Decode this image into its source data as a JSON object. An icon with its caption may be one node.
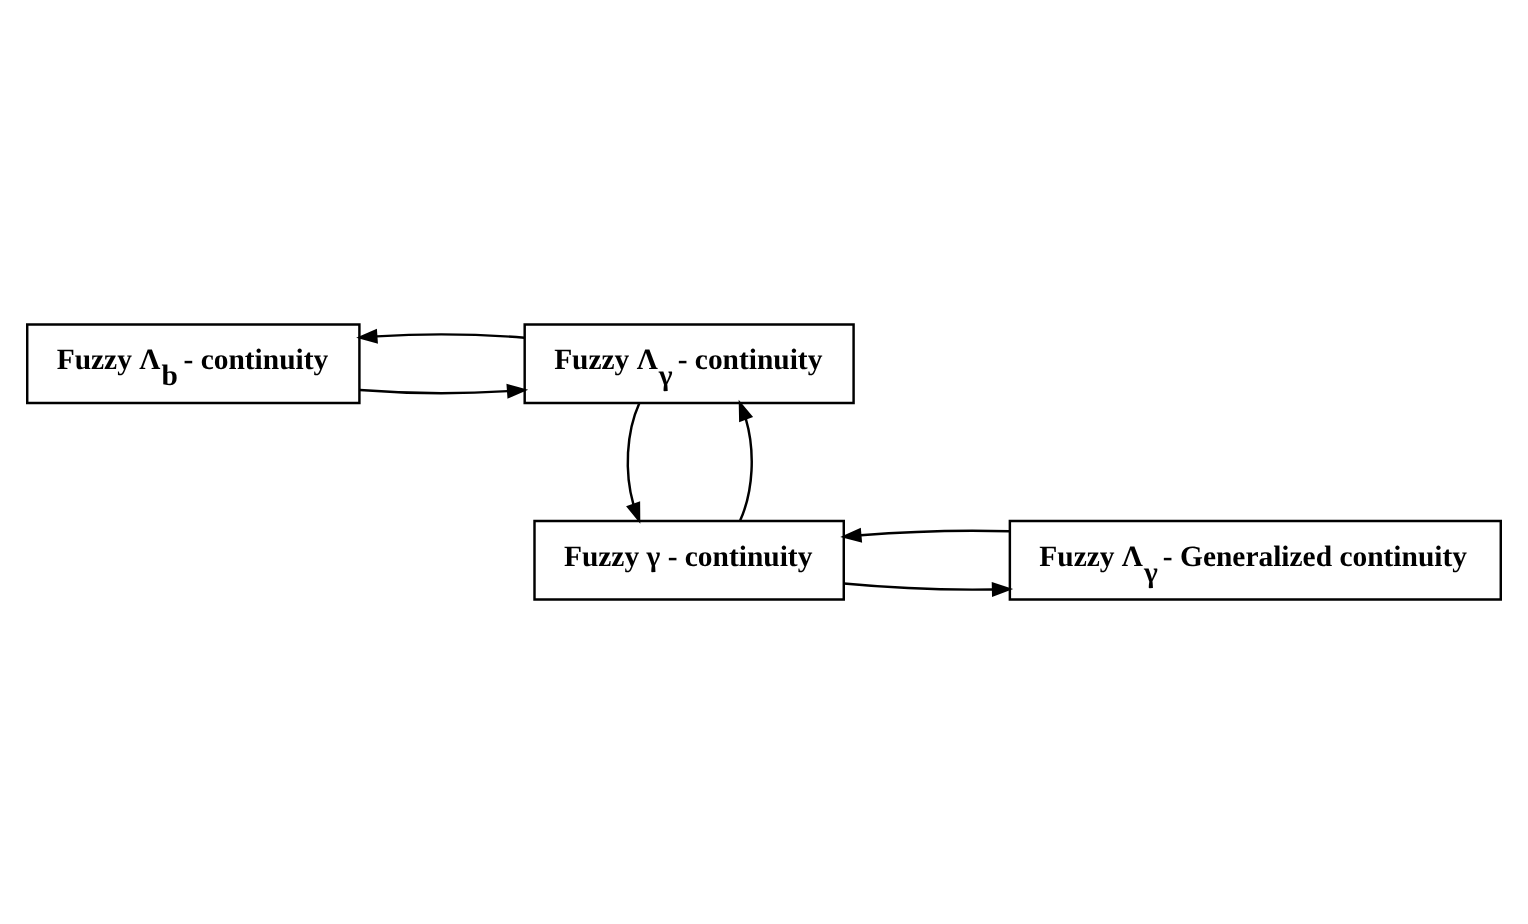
{
  "diagram": {
    "nodes": [
      {
        "text": [
          "Fuzzy Λ$_{b}$ - continuity"
        ]
      },
      {
        "text": [
          "Fuzzy Λ$_{γ}$ - continuity"
        ]
      },
      {
        "text": [
          "Fuzzy Λ$_{γ}$ - Generalized continuity"
        ]
      },
      {
        "text": [
          "Fuzzy γ - continuity"
        ]
      }
    ],
    "edges": [
      {
        "from": 0,
        "to": 1,
        "arrow": "to"
      },
      {
        "from": 1,
        "to": 0,
        "arrow": "to"
      },
      {
        "from": 1,
        "to": 3,
        "arrow": "to"
      },
      {
        "from": 3,
        "to": 1,
        "arrow": "to"
      },
      {
        "from": 3,
        "to": 2,
        "arrow": "to"
      },
      {
        "from": 2,
        "to": 3,
        "arrow": "to"
      }
    ]
  }
}
